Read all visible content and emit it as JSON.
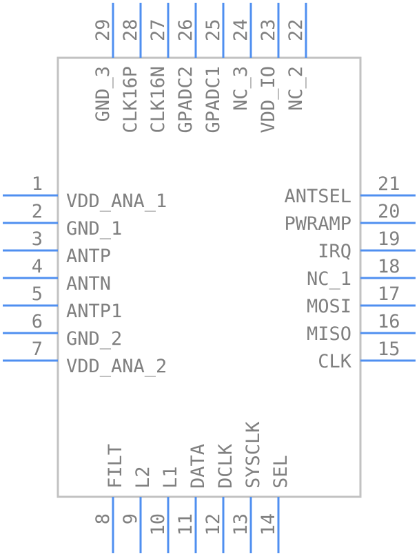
{
  "colors": {
    "pin": "#4f8ff0",
    "body_outline": "#c2c2c2",
    "text": "#808080"
  },
  "pins": {
    "left": [
      {
        "num": "1",
        "label": "VDD_ANA_1"
      },
      {
        "num": "2",
        "label": "GND_1"
      },
      {
        "num": "3",
        "label": "ANTP"
      },
      {
        "num": "4",
        "label": "ANTN"
      },
      {
        "num": "5",
        "label": "ANTP1"
      },
      {
        "num": "6",
        "label": "GND_2"
      },
      {
        "num": "7",
        "label": "VDD_ANA_2"
      }
    ],
    "bottom": [
      {
        "num": "8",
        "label": "FILT"
      },
      {
        "num": "9",
        "label": "L2"
      },
      {
        "num": "10",
        "label": "L1"
      },
      {
        "num": "11",
        "label": "DATA"
      },
      {
        "num": "12",
        "label": "DCLK"
      },
      {
        "num": "13",
        "label": "SYSCLK"
      },
      {
        "num": "14",
        "label": "SEL"
      }
    ],
    "right": [
      {
        "num": "15",
        "label": "CLK"
      },
      {
        "num": "16",
        "label": "MISO"
      },
      {
        "num": "17",
        "label": "MOSI"
      },
      {
        "num": "18",
        "label": "NC_1"
      },
      {
        "num": "19",
        "label": "IRQ"
      },
      {
        "num": "20",
        "label": "PWRAMP"
      },
      {
        "num": "21",
        "label": "ANTSEL"
      }
    ],
    "top": [
      {
        "num": "22",
        "label": "NC_2"
      },
      {
        "num": "23",
        "label": "VDD_IO"
      },
      {
        "num": "24",
        "label": "NC_3"
      },
      {
        "num": "25",
        "label": "GPADC1"
      },
      {
        "num": "26",
        "label": "GPADC2"
      },
      {
        "num": "27",
        "label": "CLK16N"
      },
      {
        "num": "28",
        "label": "CLK16P"
      },
      {
        "num": "29",
        "label": "GND_3"
      }
    ]
  }
}
